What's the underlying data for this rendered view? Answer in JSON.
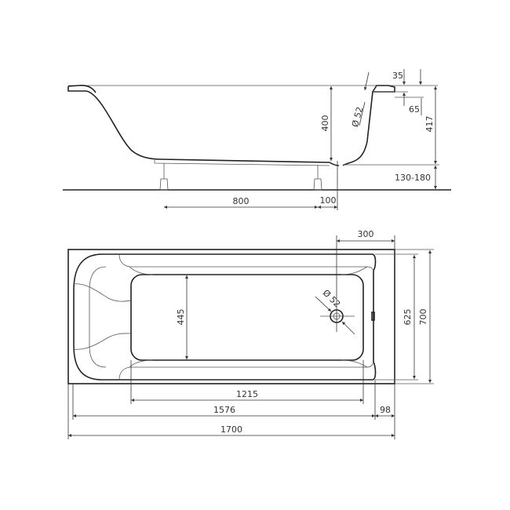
{
  "side_view": {
    "dims": {
      "rim_thickness": "35",
      "overflow_height": "65",
      "overflow_diameter": "Ø 52",
      "depth": "400",
      "total_height": "417",
      "leg_height": "130-180",
      "leg_spacing": "800",
      "leg_to_drain": "100"
    }
  },
  "top_view": {
    "dims": {
      "drain_offset": "300",
      "drain_diameter": "Ø 52",
      "inner_width": "625",
      "outer_width": "700",
      "bottom_width": "445",
      "bottom_length": "1215",
      "inner_length": "1576",
      "rim_end": "98",
      "outer_length": "1700"
    }
  },
  "colors": {
    "line": "#222222",
    "background": "#ffffff"
  }
}
